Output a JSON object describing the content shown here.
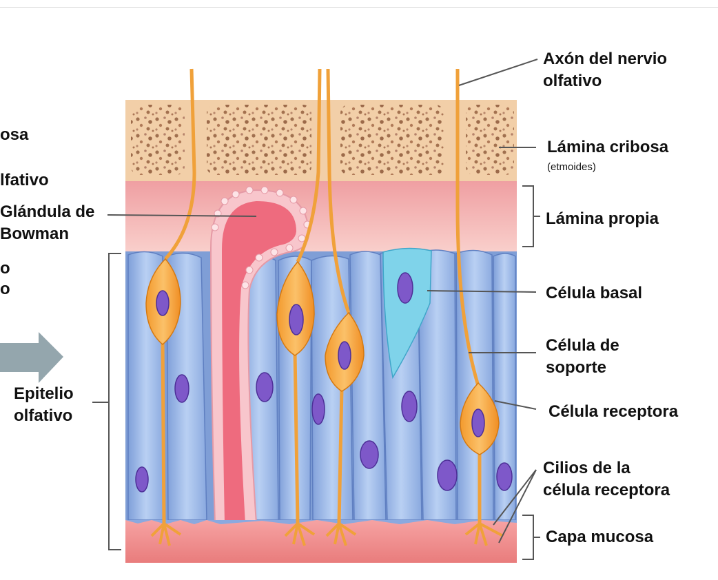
{
  "labels": {
    "axon": [
      "Axón del nervio",
      "olfativo"
    ],
    "cribriform": "Lámina cribosa",
    "cribriform_note": "(etmoides)",
    "lamina_propia": "Lámina propia",
    "basal": "Célula basal",
    "support": [
      "Célula de",
      "soporte"
    ],
    "receptor": "Célula receptora",
    "cilia": [
      "Cilios de la",
      "célula receptora"
    ],
    "mucus": "Capa mucosa",
    "bowman": [
      "Glándula de",
      "Bowman"
    ],
    "epithelium": [
      "Epitelio",
      "olfativo"
    ],
    "cut_left": [
      "osa",
      "lfativo",
      "o",
      "o"
    ]
  },
  "colors": {
    "bone": "#f2cfa8",
    "bone_holes": "#a0704f",
    "propia": "#f6b8b8",
    "mucus": "#ef8e8e",
    "support_cell": "#a9c4ec",
    "basal_cell": "#7fd3ea",
    "receptor_cell": "#f7a93b",
    "nucleus": "#7e58c9",
    "gland": "#ee6b7e",
    "arrow": "#94a6ad"
  }
}
